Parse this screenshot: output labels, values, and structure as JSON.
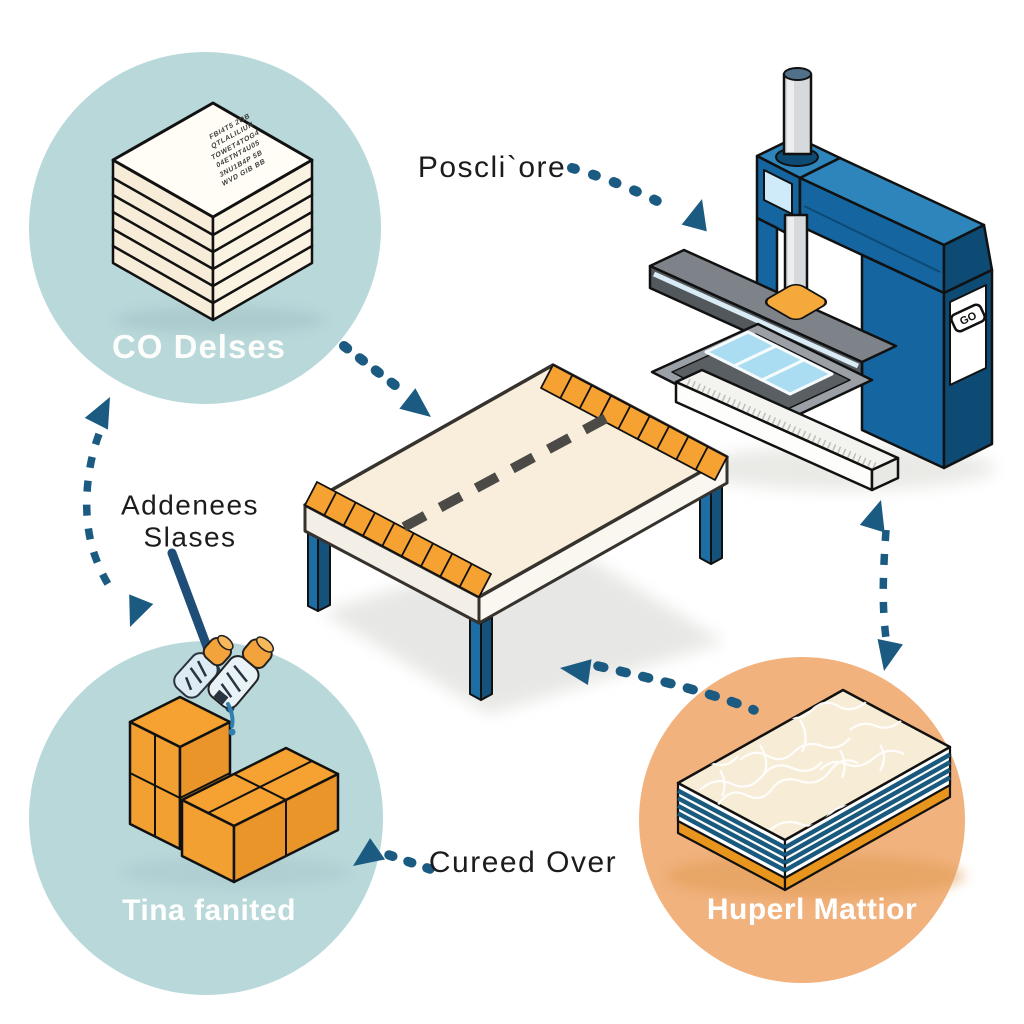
{
  "diagram": {
    "type": "process-flow-illustration",
    "background": "#ffffff",
    "colors": {
      "teal_circle": "#b9d8da",
      "orange_circle": "#f1b27d",
      "arrow_blue": "#1b5b81",
      "machine_blue": "#1565a0",
      "machine_blue_dark": "#0d4a74",
      "machine_blue_light": "#2e85bb",
      "accent_orange": "#f5a233",
      "table_cream": "#f8eedb",
      "outline": "#111111"
    },
    "nodes": {
      "sheet_stack": {
        "label": "CO Delses",
        "icon": "paper-stack",
        "fine_print": [
          "FBI4T5 2OB",
          "QTLALILIUN",
          "TOWET4TOG4",
          "04ETNT4U05",
          "3NU1B4P 5B",
          "WVD GIB BB"
        ]
      },
      "press_machine": {
        "label": "Poscli`ore",
        "icon": "press-machine",
        "badge": "GO"
      },
      "assembly_table": {
        "icon": "assembly-table"
      },
      "adhesive": {
        "label_line1": "Addenees",
        "label_line2": "Slases",
        "icon": "glue-applicator"
      },
      "glued_blocks": {
        "label": "Tina fanited",
        "icon": "box-stack"
      },
      "curing": {
        "label": "Cureed Over"
      },
      "mattress": {
        "label": "Huperl Mattior",
        "icon": "layered-mattress"
      }
    },
    "arrows": [
      {
        "from": "press_label",
        "to": "press_machine",
        "style": "dotted"
      },
      {
        "from": "sheet_stack",
        "to": "assembly_table",
        "style": "dotted"
      },
      {
        "from": "sheet_stack",
        "to": "glued_blocks",
        "style": "dashed-double"
      },
      {
        "from": "press_machine",
        "to": "mattress",
        "style": "dashed-double"
      },
      {
        "from": "mattress",
        "to": "assembly_table",
        "style": "dotted"
      },
      {
        "from": "curing_label",
        "to": "glued_blocks",
        "style": "dotted"
      }
    ]
  }
}
